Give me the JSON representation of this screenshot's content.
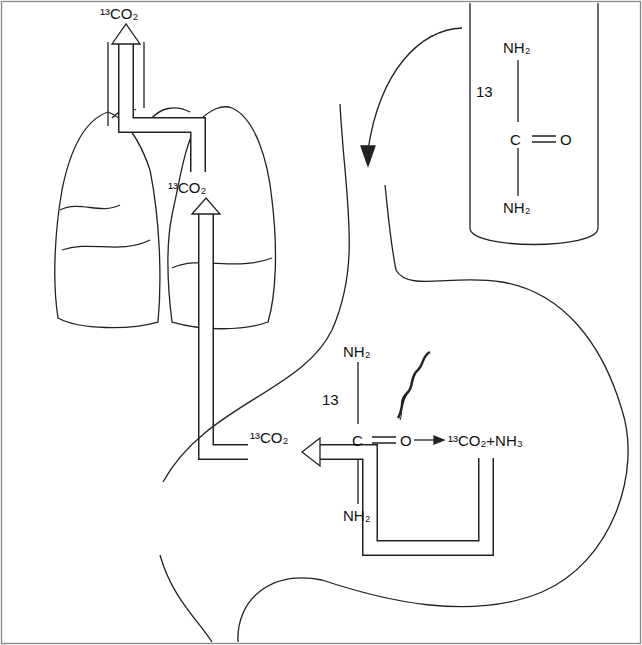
{
  "diagram": {
    "labels": [
      "¹³CO₂",
      "¹³CO₂",
      "NH₂",
      "13",
      "C",
      "O",
      "NH₂",
      "NH₂",
      "13",
      "C",
      "O",
      "¹³CO₂+NH₃",
      "NH₂",
      "¹³CO₂"
    ]
  }
}
